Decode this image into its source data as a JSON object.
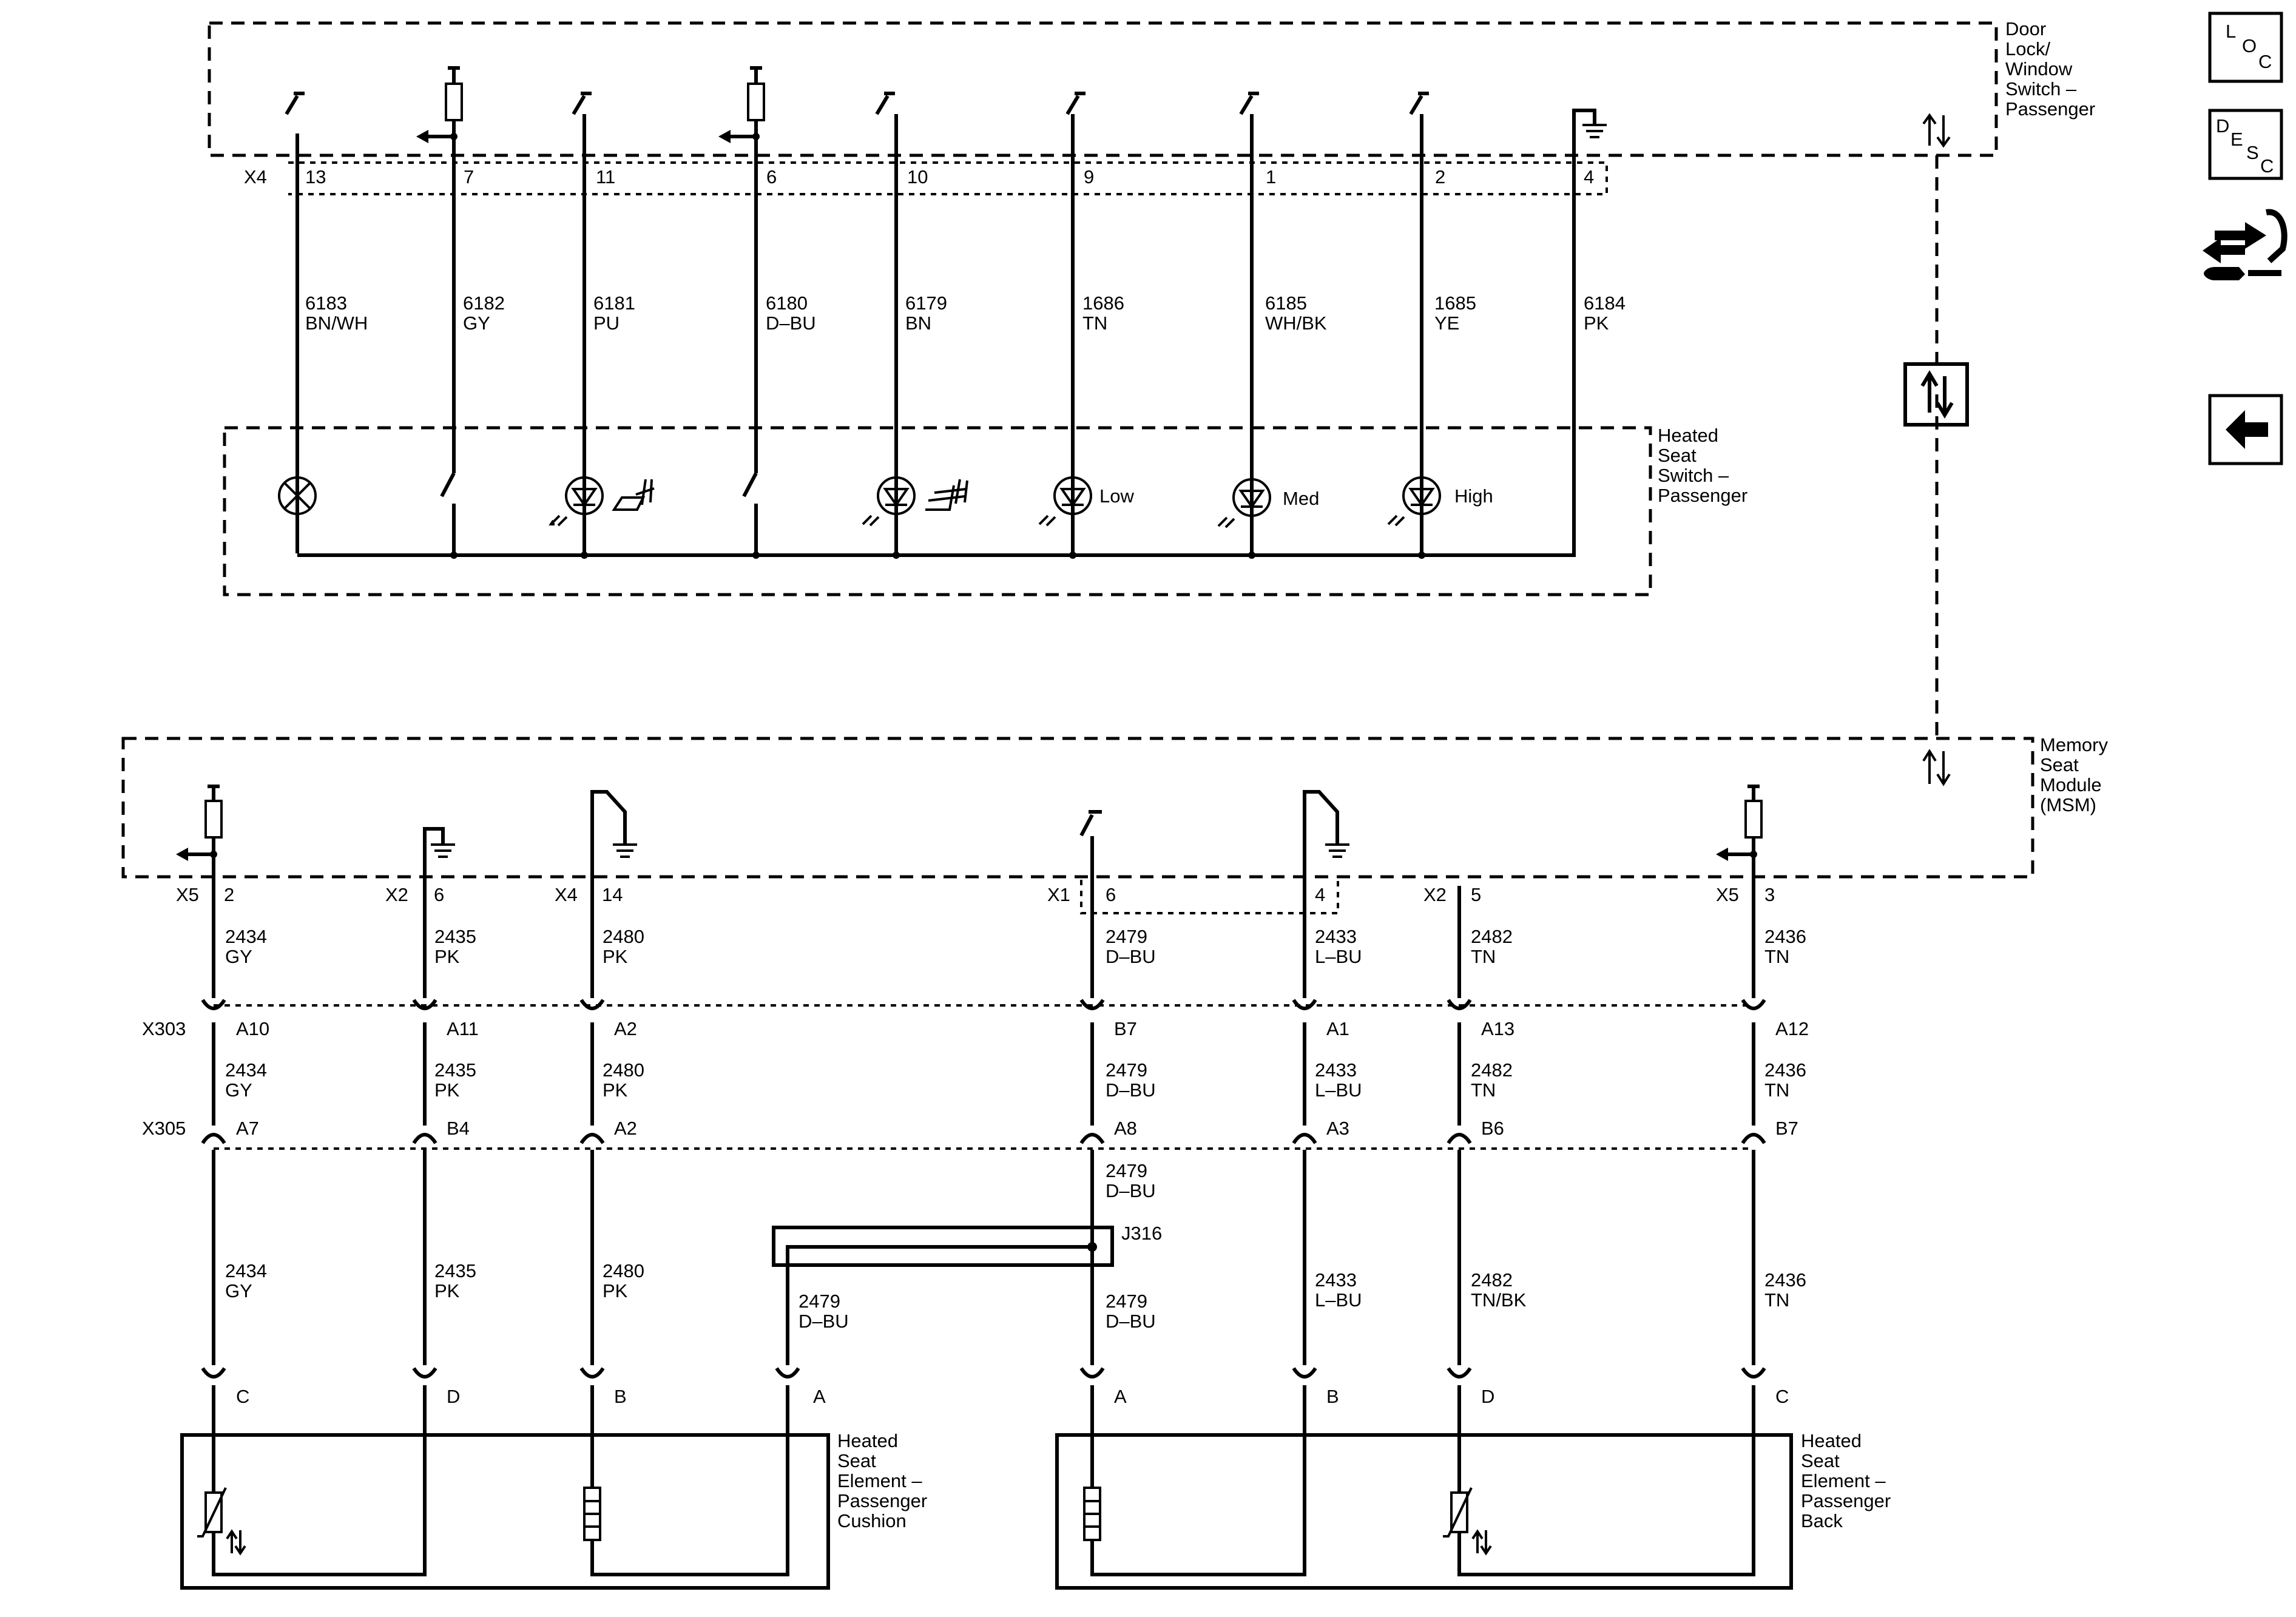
{
  "components": {
    "door_switch": [
      "Door",
      "Lock/",
      "Window",
      "Switch –",
      "Passenger"
    ],
    "heated_seat_switch": [
      "Heated",
      "Seat",
      "Switch –",
      "Passenger"
    ],
    "memory_seat_module": [
      "Memory",
      "Seat",
      "Module",
      "(MSM)"
    ],
    "cushion_element": [
      "Heated",
      "Seat",
      "Element –",
      "Passenger",
      "Cushion"
    ],
    "back_element": [
      "Heated",
      "Seat",
      "Element –",
      "Passenger",
      "Back"
    ]
  },
  "connectors": {
    "x4_top": "X4",
    "x5_left": "X5",
    "x2_mid": "X2",
    "x4_mid": "X4",
    "x1": "X1",
    "x2_right": "X2",
    "x5_right": "X5",
    "x303": "X303",
    "x305": "X305",
    "j316": "J316"
  },
  "top_circuits": [
    {
      "pin": "13",
      "circuit": "6183",
      "color": "BN/WH"
    },
    {
      "pin": "7",
      "circuit": "6182",
      "color": "GY"
    },
    {
      "pin": "11",
      "circuit": "6181",
      "color": "PU"
    },
    {
      "pin": "6",
      "circuit": "6180",
      "color": "D–BU"
    },
    {
      "pin": "10",
      "circuit": "6179",
      "color": "BN"
    },
    {
      "pin": "9",
      "circuit": "1686",
      "color": "TN"
    },
    {
      "pin": "1",
      "circuit": "6185",
      "color": "WH/BK"
    },
    {
      "pin": "2",
      "circuit": "1685",
      "color": "YE"
    },
    {
      "pin": "4",
      "circuit": "6184",
      "color": "PK"
    }
  ],
  "indicator_labels": {
    "low": "Low",
    "med": "Med",
    "high": "High"
  },
  "bottom_circuits": [
    {
      "msm_pin": "2",
      "circuit": "2434",
      "color": "GY",
      "x303": "A10",
      "x305": "A7",
      "lower_circuit": "2434",
      "lower_color": "GY",
      "element_pin": "C"
    },
    {
      "msm_pin": "6",
      "circuit": "2435",
      "color": "PK",
      "x303": "A11",
      "x305": "B4",
      "lower_circuit": "2435",
      "lower_color": "PK",
      "element_pin": "D"
    },
    {
      "msm_pin": "14",
      "circuit": "2480",
      "color": "PK",
      "x303": "A2",
      "x305": "A2",
      "lower_circuit": "2480",
      "lower_color": "PK",
      "element_pin": "B"
    },
    {
      "msm_pin": "6",
      "circuit": "2479",
      "color": "D–BU",
      "x303": "B7",
      "x305": "A8",
      "lower_circuit": "2479",
      "lower_color": "D–BU",
      "element_pin": "A"
    },
    {
      "msm_pin": "4",
      "circuit": "2433",
      "color": "L–BU",
      "x303": "A1",
      "x305": "A3",
      "lower_circuit": "2433",
      "lower_color": "L–BU",
      "element_pin": "B"
    },
    {
      "msm_pin": "5",
      "circuit": "2482",
      "color": "TN",
      "x303": "A13",
      "x305": "B6",
      "lower_circuit": "2482",
      "lower_color": "TN/BK",
      "element_pin": "D"
    },
    {
      "msm_pin": "3",
      "circuit": "2436",
      "color": "TN",
      "x303": "A12",
      "x305": "B7",
      "lower_circuit": "2436",
      "lower_color": "TN",
      "element_pin": "C"
    }
  ],
  "splice": {
    "above_circuit": "2479",
    "above_color": "D–BU",
    "branch_circuit": "2479",
    "branch_color": "D–BU",
    "branch_pin": "A"
  },
  "nav": {
    "loc": {
      "l": "L",
      "o": "O",
      "c": "C"
    },
    "desc": {
      "d": "D",
      "e": "E",
      "s": "S",
      "c": "C"
    }
  }
}
